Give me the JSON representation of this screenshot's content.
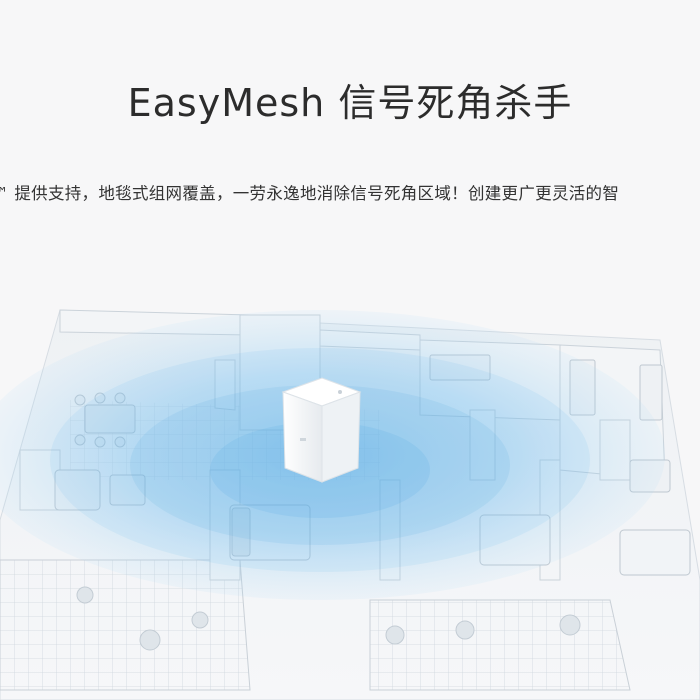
{
  "headline": {
    "title": "EasyMesh 信号死角杀手",
    "subtitle": "™ 提供支持，地毯式组网覆盖，一劳永逸地消除信号死角区域！创建更广更灵活的智"
  },
  "illustration": {
    "subject": "mesh-router-floorplan",
    "coverage_color": "#4aa3e0",
    "router_color": "#ffffff"
  }
}
